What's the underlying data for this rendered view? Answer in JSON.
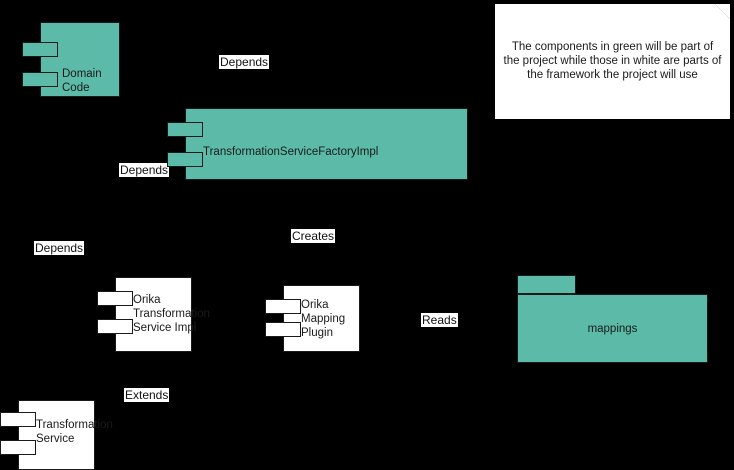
{
  "diagram": {
    "background_color": "#000000",
    "project_color": "#5BBBA8",
    "framework_color": "#FFFFFF"
  },
  "note": {
    "text": "The components in green will be part of the project while those in white are parts of the framework the project will use"
  },
  "components": [
    {
      "id": "domain-code",
      "name": "Domain\nCode",
      "kind": "project"
    },
    {
      "id": "transformation-service-factory-impl",
      "name": "TransformationServiceFactoryImpl",
      "kind": "project"
    },
    {
      "id": "orika-transformation-service-impl",
      "name": "Orika\nTransformation\nService Impl",
      "kind": "framework"
    },
    {
      "id": "orika-mapping-plugin",
      "name": "Orika\nMapping\nPlugin",
      "kind": "framework"
    },
    {
      "id": "transformation-service",
      "name": "Transformation\nService",
      "kind": "framework"
    }
  ],
  "packages": [
    {
      "id": "mappings",
      "name": "mappings",
      "kind": "project"
    }
  ],
  "relationships": [
    {
      "id": "depends-1",
      "label": "Depends"
    },
    {
      "id": "depends-2",
      "label": "Depends"
    },
    {
      "id": "depends-3",
      "label": "Depends"
    },
    {
      "id": "creates-1",
      "label": "Creates"
    },
    {
      "id": "reads-1",
      "label": "Reads"
    },
    {
      "id": "extends-1",
      "label": "Extends"
    }
  ]
}
